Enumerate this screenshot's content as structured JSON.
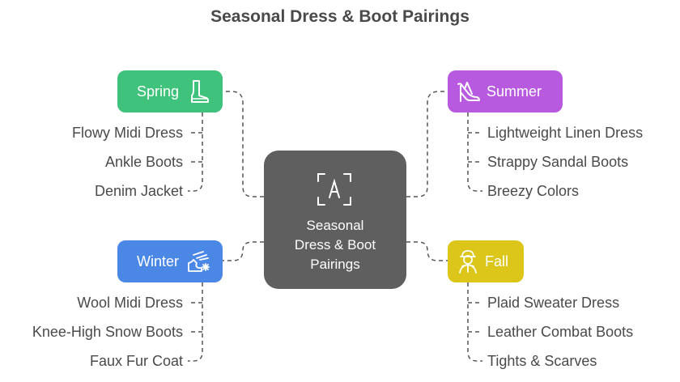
{
  "title": "Seasonal Dress & Boot Pairings",
  "center": {
    "label_lines": [
      "Seasonal",
      "Dress & Boot",
      "Pairings"
    ],
    "icon": "focus-frame-icon"
  },
  "colors": {
    "spring": "#3ec27c",
    "summer": "#b75ae0",
    "winter": "#4b88e6",
    "fall": "#dcc61a",
    "center": "#5f5f5f"
  },
  "seasons": {
    "spring": {
      "label": "Spring",
      "icon": "boot-icon",
      "items": [
        "Flowy Midi Dress",
        "Ankle Boots",
        "Denim Jacket"
      ]
    },
    "summer": {
      "label": "Summer",
      "icon": "high-heel-icon",
      "items": [
        "Lightweight Linen Dress",
        "Strappy Sandal Boots",
        "Breezy Colors"
      ]
    },
    "winter": {
      "label": "Winter",
      "icon": "snow-boot-icon",
      "items": [
        "Wool Midi Dress",
        "Knee-High Snow Boots",
        "Faux Fur Coat"
      ]
    },
    "fall": {
      "label": "Fall",
      "icon": "person-scarf-icon",
      "items": [
        "Plaid Sweater Dress",
        "Leather Combat Boots",
        "Tights & Scarves"
      ]
    }
  }
}
